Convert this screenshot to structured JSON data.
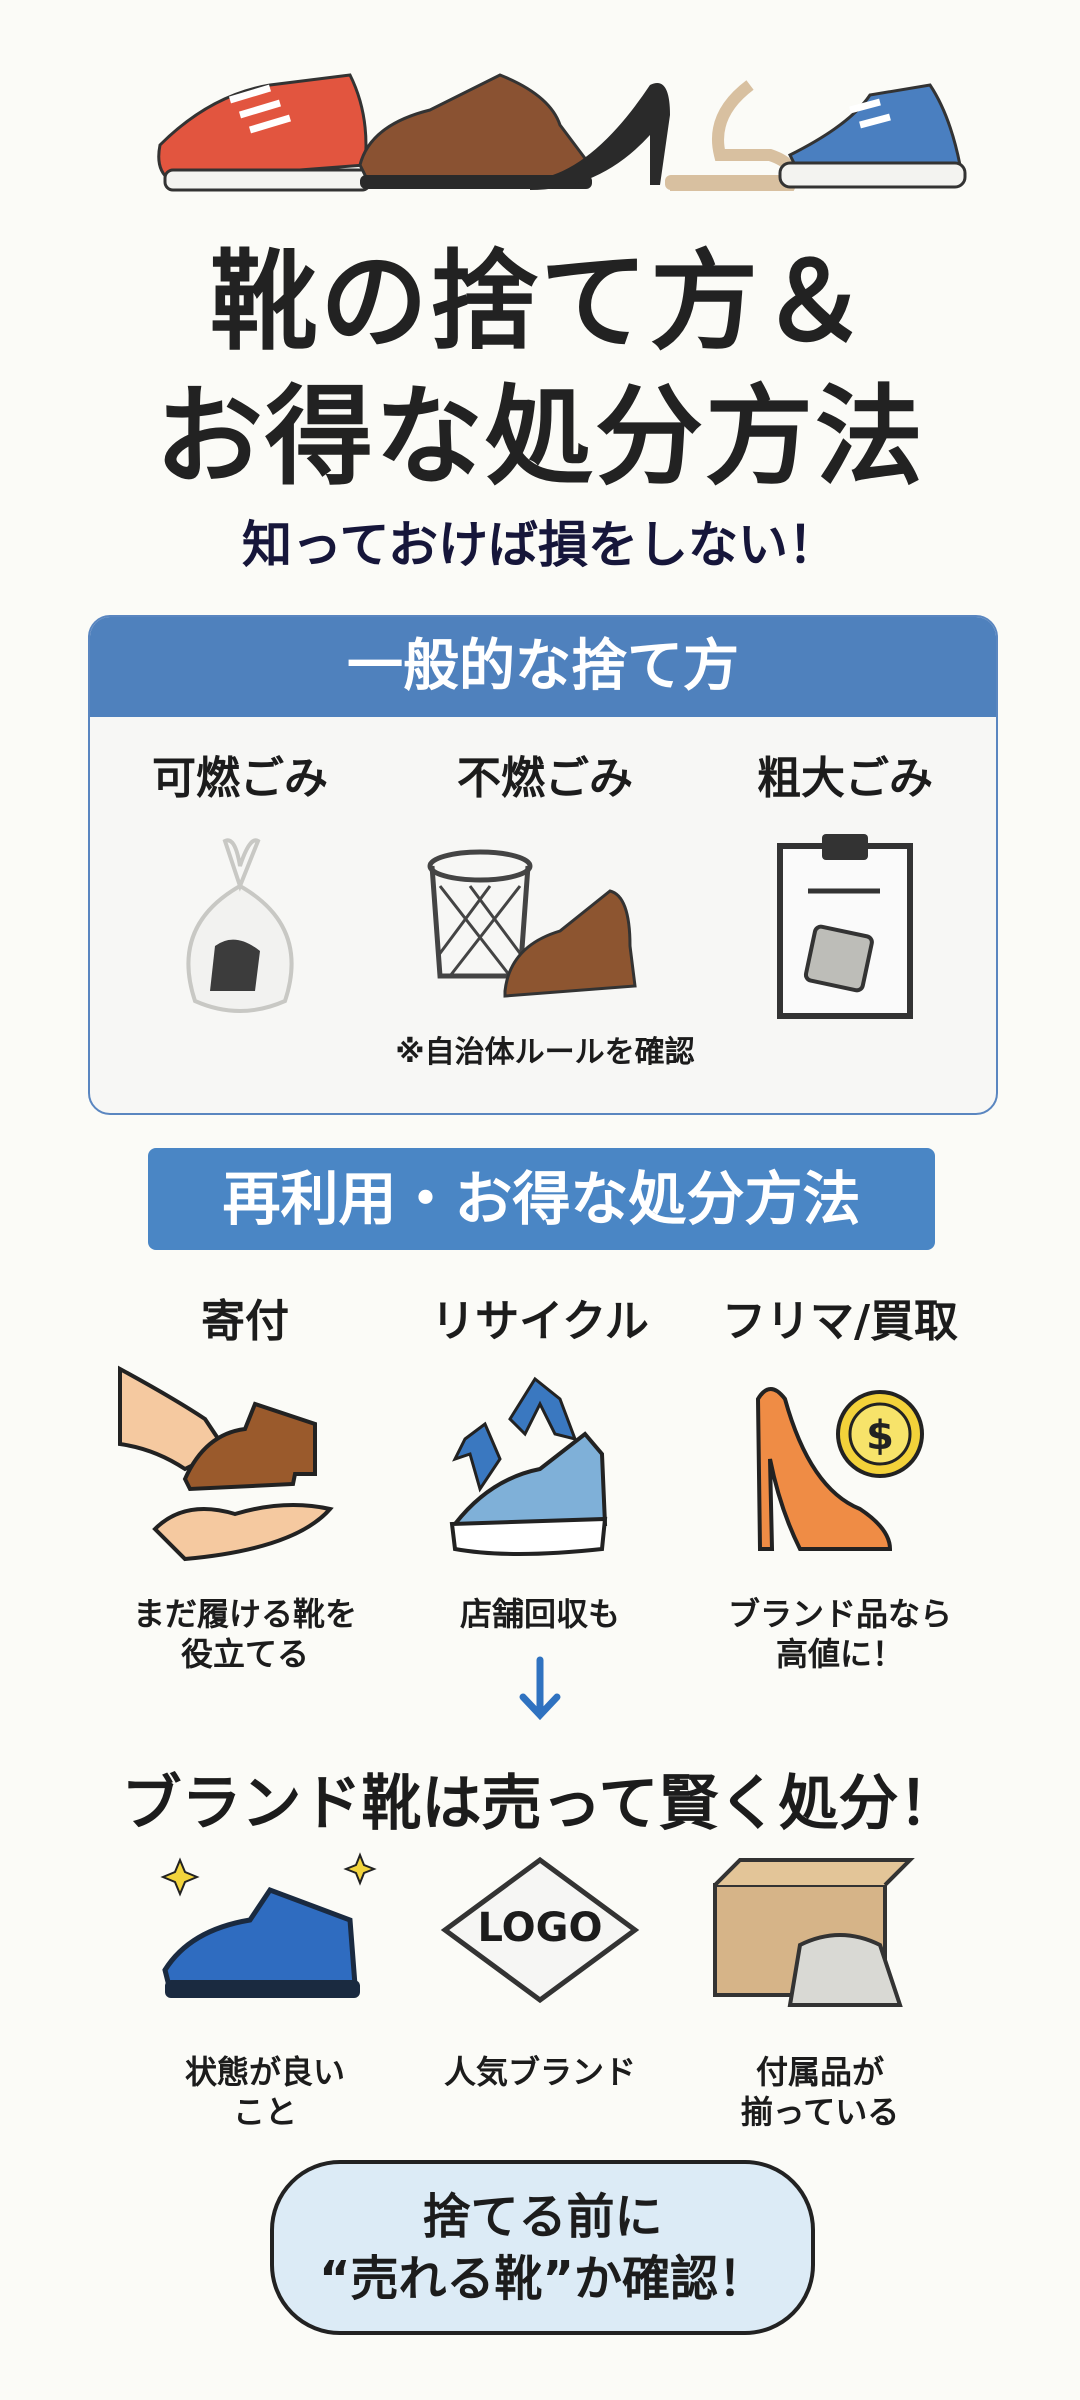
{
  "title_line1": "靴の捨て方＆",
  "title_line2": "お得な処分方法",
  "subtitle": "知っておけば損をしない！",
  "general": {
    "heading": "一般的な捨て方",
    "items": [
      {
        "label": "可燃ごみ",
        "icon": "trash-bag-icon"
      },
      {
        "label": "不燃ごみ",
        "icon": "waste-bin-shoe-icon"
      },
      {
        "label": "粗大ごみ",
        "icon": "clipboard-icon"
      }
    ],
    "note": "※自治体ルールを確認"
  },
  "reuse": {
    "heading": "再利用・お得な処分方法",
    "items": [
      {
        "label": "寄付",
        "caption1": "まだ履ける靴を",
        "caption2": "役立てる",
        "icon": "hands-shoe-icon"
      },
      {
        "label": "リサイクル",
        "caption1": "店舗回収も",
        "caption2": "",
        "icon": "recycle-sneaker-icon"
      },
      {
        "label": "フリマ/買取",
        "caption1": "ブランド品なら",
        "caption2": "高値に！",
        "icon": "heel-coin-icon"
      }
    ]
  },
  "brand": {
    "heading": "ブランド靴は売って賢く処分！",
    "items": [
      {
        "caption1": "状態が良い",
        "caption2": "こと",
        "icon": "shiny-loafer-icon"
      },
      {
        "caption1": "人気ブランド",
        "caption2": "",
        "logo_text": "LOGO",
        "icon": "logo-icon"
      },
      {
        "caption1": "付属品が",
        "caption2": "揃っている",
        "icon": "box-bag-icon"
      }
    ]
  },
  "cta": {
    "line1": "捨てる前に",
    "line2": "“売れる靴”か確認！"
  },
  "colors": {
    "accent": "#4f81bd",
    "banner": "#4a86c5",
    "cta_bg": "#dcebf6"
  }
}
